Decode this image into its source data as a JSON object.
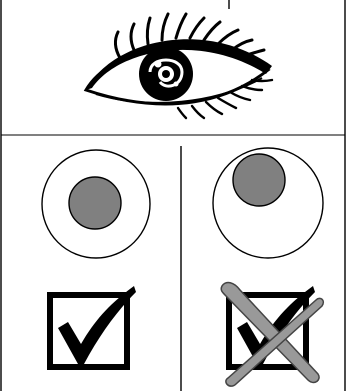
{
  "figure": {
    "eye": {
      "icon": "eye-icon"
    },
    "panels": [
      {
        "id": "correct",
        "pupil_position": "centered",
        "verdict_icon": "checkmark-icon",
        "verdict": "check"
      },
      {
        "id": "incorrect",
        "pupil_position": "off-center-up-left",
        "verdict_icon": "crossed-checkmark-icon",
        "verdict": "crossed-out"
      }
    ],
    "colors": {
      "stroke": "#000000",
      "pupil_fill": "#808080",
      "cross_fill": "#999999",
      "background": "#ffffff"
    }
  }
}
